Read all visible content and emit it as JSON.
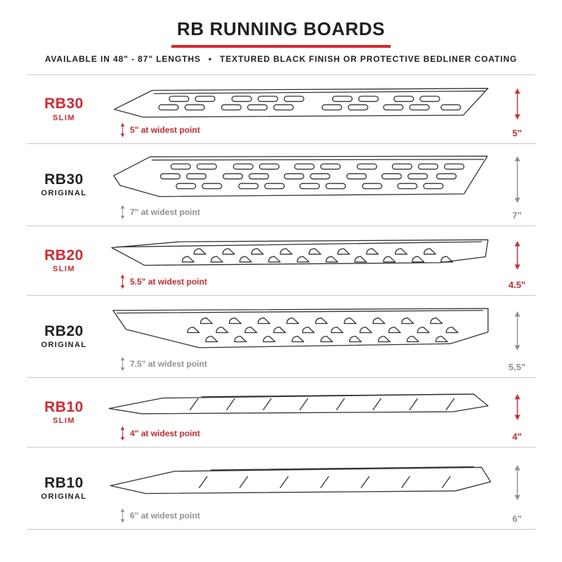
{
  "header": {
    "title": "RB RUNNING BOARDS",
    "subtitle_left": "AVAILABLE IN 48\" - 87\" LENGTHS",
    "bullet": "•",
    "subtitle_right": "TEXTURED BLACK FINISH OR PROTECTIVE BEDLINER COATING"
  },
  "colors": {
    "accent": "#e2232a",
    "dark": "#231f20",
    "gray": "#8e9093",
    "line": "#c7c8ca",
    "ink": "#333335"
  },
  "boards": [
    {
      "model": "RB30",
      "variant": "SLIM",
      "drawing": "rb30_slim",
      "width_note": "5\" at widest point",
      "height": "5\""
    },
    {
      "model": "RB30",
      "variant": "ORIGINAL",
      "drawing": "rb30_original",
      "width_note": "7\" at widest point",
      "height": "7\""
    },
    {
      "model": "RB20",
      "variant": "SLIM",
      "drawing": "rb20_slim",
      "width_note": "5.5\" at widest point",
      "height": "4.5\""
    },
    {
      "model": "RB20",
      "variant": "ORIGINAL",
      "drawing": "rb20_original",
      "width_note": "7.5\" at widest point",
      "height": "5.5\""
    },
    {
      "model": "RB10",
      "variant": "SLIM",
      "drawing": "rb10_slim",
      "width_note": "4\" at widest point",
      "height": "4\""
    },
    {
      "model": "RB10",
      "variant": "ORIGINAL",
      "drawing": "rb10_original",
      "width_note": "6\" at widest point",
      "height": "6\""
    }
  ]
}
